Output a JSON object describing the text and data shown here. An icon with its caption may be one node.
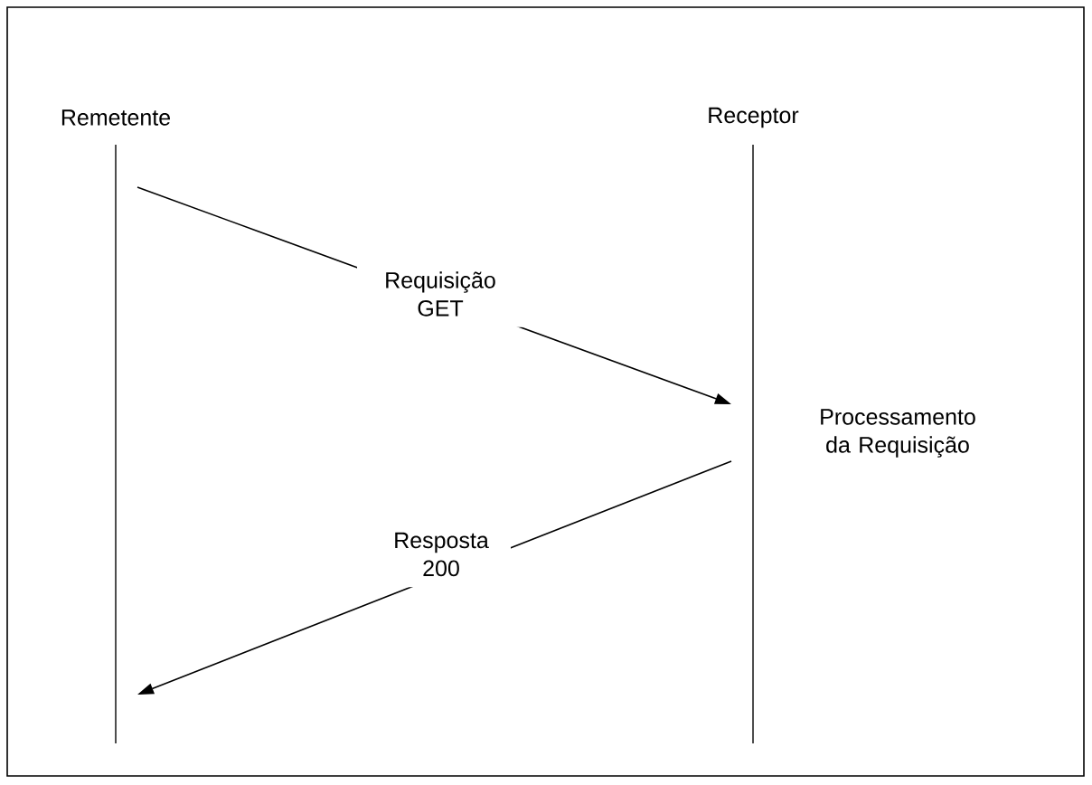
{
  "diagram": {
    "nodes": [
      {
        "text": [],
        "shape": "line",
        "beside": [
          "Remetente"
        ]
      },
      {
        "text": [],
        "shape": "line",
        "beside": [
          "Receptor"
        ]
      }
    ],
    "edges": [
      {
        "from": 0,
        "to": 1,
        "arrow": "to",
        "label": "Requisição GET"
      },
      {
        "from": 1,
        "to": 0,
        "arrow": "to",
        "label": "Resposta 200"
      }
    ],
    "labels": [
      "Processamento da Requisição"
    ]
  }
}
